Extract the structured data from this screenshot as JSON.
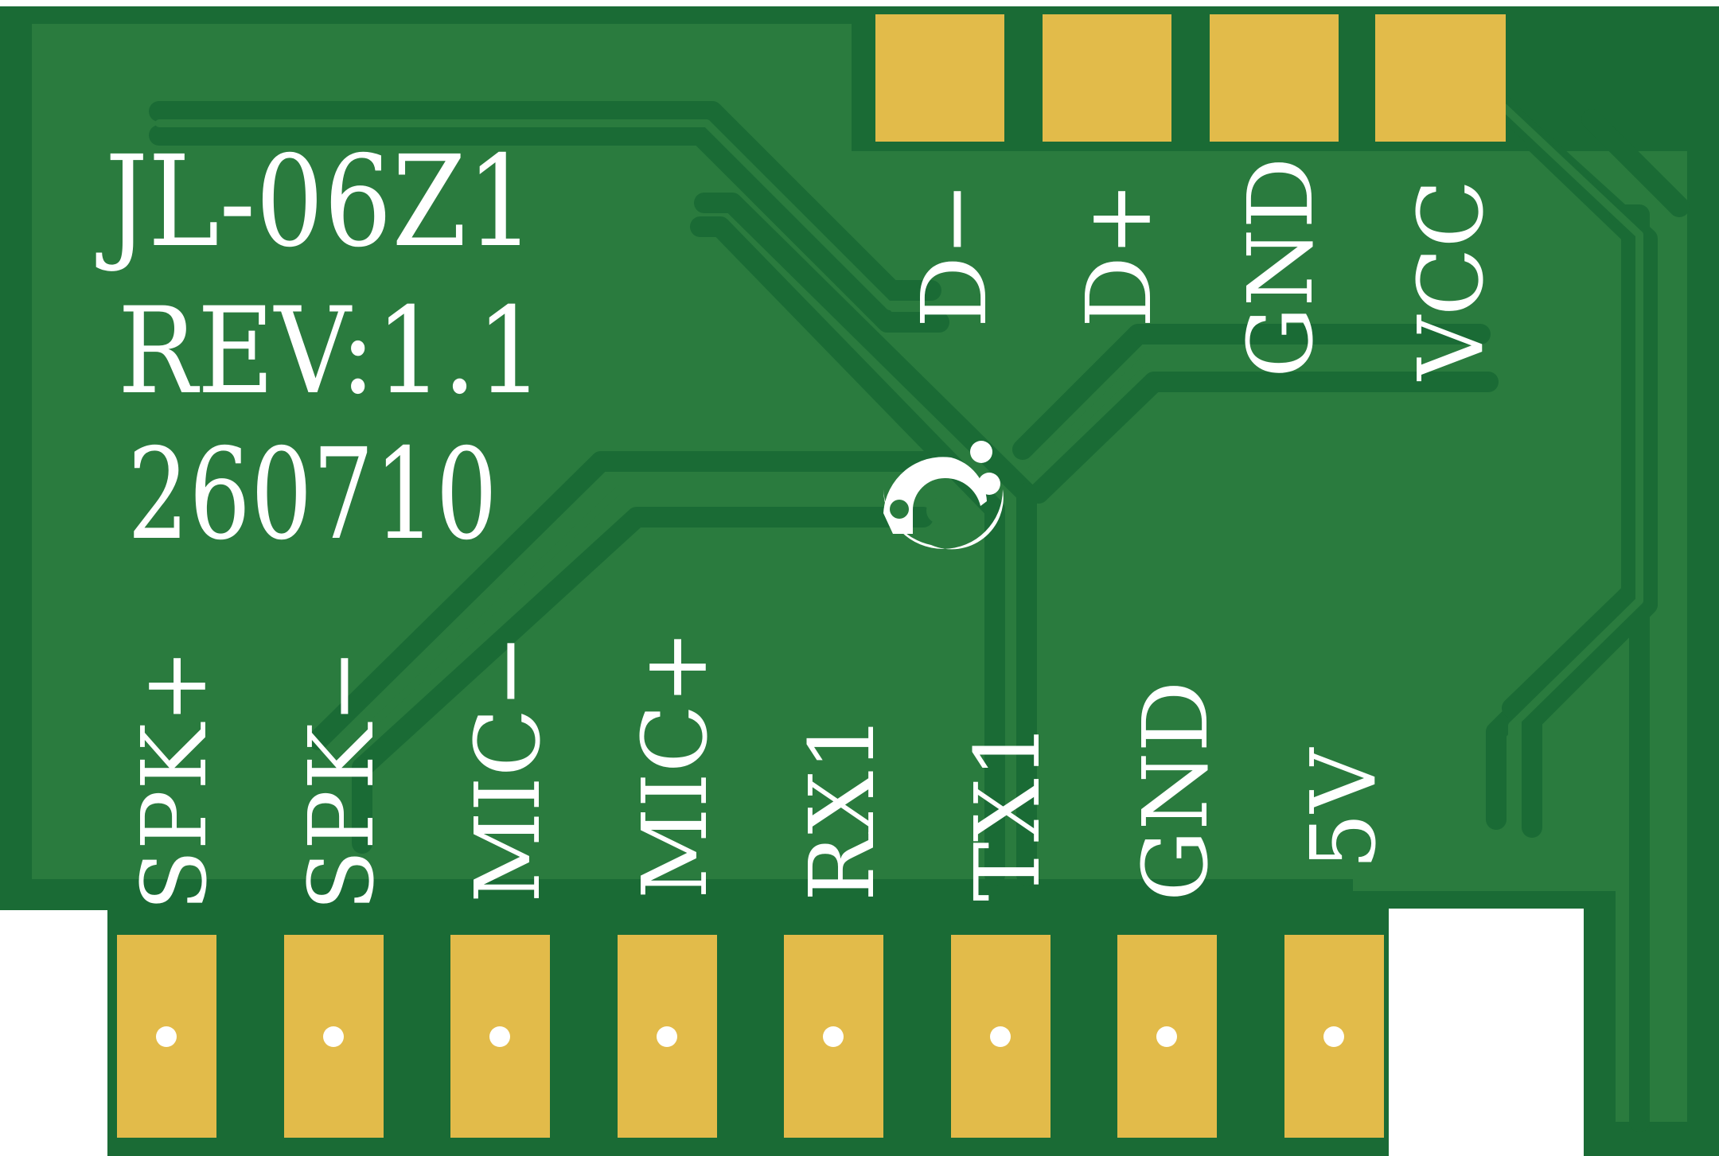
{
  "board": {
    "model": "JL-06Z1",
    "revision": "REV:1.1",
    "date_code": "260710"
  },
  "top_pins": [
    {
      "label": "D-",
      "text": "D−"
    },
    {
      "label": "D+",
      "text": "D+"
    },
    {
      "label": "GND",
      "text": "GND"
    },
    {
      "label": "VCC",
      "text": "VCC"
    }
  ],
  "bottom_pins": [
    {
      "label": "SPK+",
      "text": "SPK+"
    },
    {
      "label": "SPK-",
      "text": "SPK−"
    },
    {
      "label": "MIC-",
      "text": "MIC−"
    },
    {
      "label": "MIC+",
      "text": "MIC+"
    },
    {
      "label": "RX1",
      "text": "RX1"
    },
    {
      "label": "TX1",
      "text": "TX1"
    },
    {
      "label": "GND",
      "text": "GND"
    },
    {
      "label": "5V",
      "text": "5V"
    }
  ],
  "logo": {
    "icon": "swirl-logo-icon"
  },
  "colors": {
    "board_edge": "#1a6b35",
    "copper_fill": "#2a7b3e",
    "trace_clearance": "#1a6b35",
    "pad_gold": "#e2bb4a",
    "silkscreen": "#ffffff"
  }
}
